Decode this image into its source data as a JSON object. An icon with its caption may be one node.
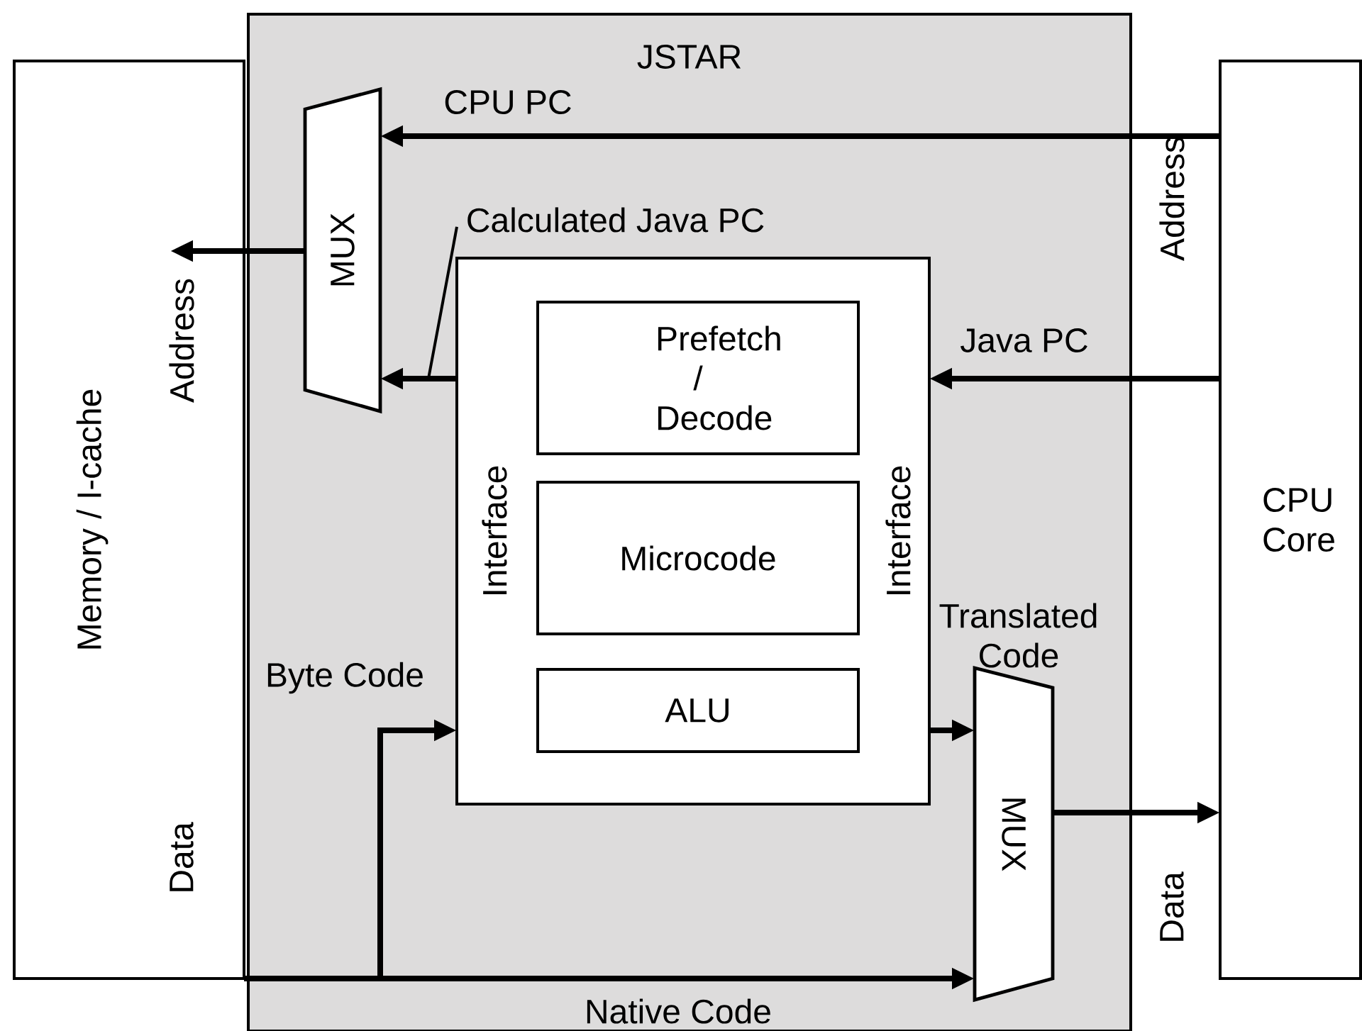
{
  "diagram": {
    "nodes": [
      {
        "text": [
          "JSTAR"
        ]
      },
      {
        "text": [
          "Memory / I-cache"
        ]
      },
      {
        "text": [
          "CPU Core"
        ]
      },
      {
        "text": [
          "MUX"
        ],
        "in": 0
      },
      {
        "text": [
          "Interface",
          "Interface"
        ],
        "in": 0
      },
      {
        "text": [
          "Prefetch / Decode"
        ],
        "in": 4
      },
      {
        "text": [
          "Microcode"
        ],
        "in": 4
      },
      {
        "text": [
          "ALU"
        ],
        "in": 4
      },
      {
        "text": [
          "MUX"
        ],
        "in": 0
      }
    ],
    "edges": [
      {
        "from": 2,
        "to": 3,
        "arrow": "to",
        "label": "CPU PC"
      },
      {
        "from": 3,
        "to": 1,
        "arrow": "to"
      },
      {
        "from": 2,
        "to": 4,
        "arrow": "to",
        "label": "Java PC"
      },
      {
        "from": 4,
        "to": 3,
        "arrow": "to",
        "label": "Calculated Java PC"
      },
      {
        "from": 1,
        "to": 4,
        "arrow": "to",
        "label": "Byte Code"
      },
      {
        "from": 1,
        "to": 8,
        "arrow": "to",
        "label": "Native Code"
      },
      {
        "from": 4,
        "to": 8,
        "arrow": "to",
        "label": "Translated Code"
      },
      {
        "from": 8,
        "to": 2,
        "arrow": "to"
      }
    ],
    "labels": [
      "Address",
      "Data",
      "Address",
      "Data"
    ]
  }
}
